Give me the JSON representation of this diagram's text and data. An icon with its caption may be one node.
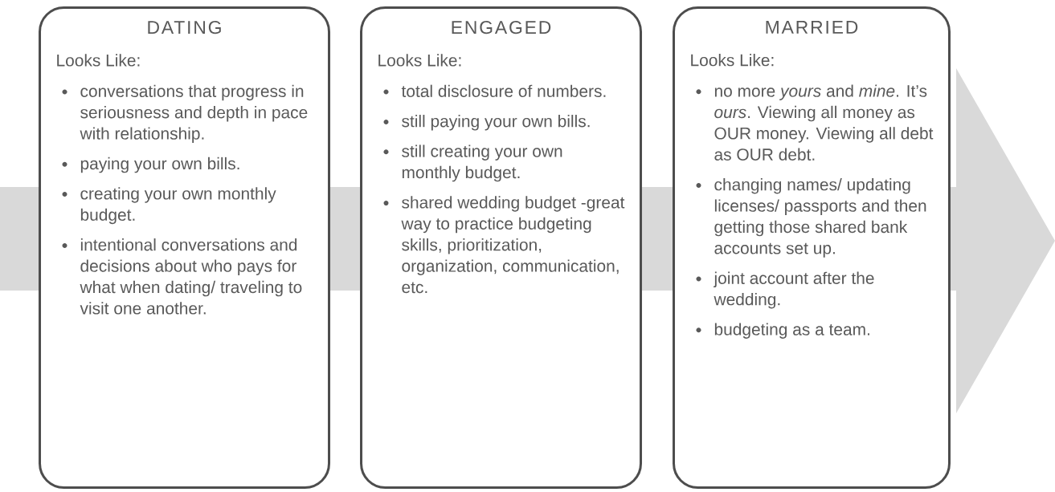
{
  "diagram": {
    "nodes": [
      {
        "text": [
          "DATING",
          "Looks Like:",
          "conversations that progress in seriousness and depth in pace with relationship.",
          "paying your own bills.",
          "creating your own monthly budget.",
          "intentional conversations and decisions about who pays for what when dating/ traveling to visit one another."
        ]
      },
      {
        "text": [
          "ENGAGED",
          "Looks Like:",
          "total disclosure of numbers.",
          "still paying your own bills.",
          "still creating your own monthly budget.",
          "shared wedding budget -great way to practice budgeting skills, prioritization, organization, communication, etc."
        ]
      },
      {
        "text": [
          "MARRIED",
          "Looks Like:",
          "no more *yours* and *mine*. It’s *ours*. Viewing all money as OUR money. Viewing all debt as OUR debt.",
          "changing names/ updating licenses/ passports and then getting those shared bank accounts set up.",
          "joint account after the wedding.",
          "budgeting as a team."
        ]
      }
    ]
  }
}
